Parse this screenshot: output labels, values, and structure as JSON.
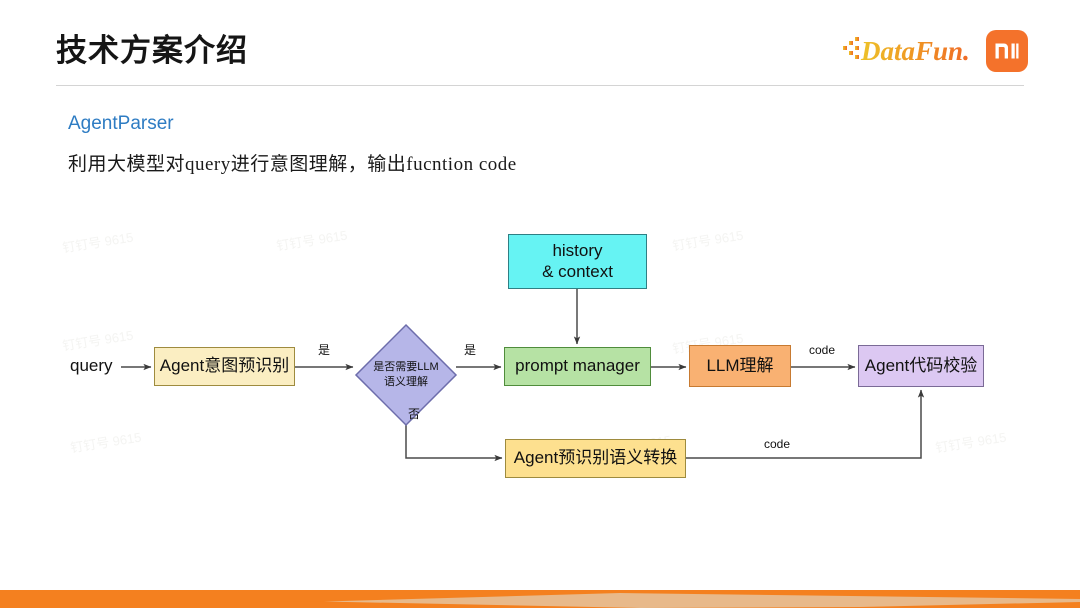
{
  "header": {
    "title": "技术方案介绍",
    "logo_text": "DataFun.",
    "mi_logo_name": "mi-logo",
    "brand_orange": "#f4722b",
    "brand_gold": "#e8a020"
  },
  "section": {
    "heading": "AgentParser",
    "heading_color": "#2e7cc3",
    "description": "利用大模型对query进行意图理解，输出fucntion code"
  },
  "diagram": {
    "nodes": [
      {
        "id": "history",
        "label": "history\n& context",
        "text_line1": "history",
        "text_line2": "& context",
        "fill": "#66f3f3",
        "stroke": "#2f7f84",
        "shape": "rect"
      },
      {
        "id": "agent_pre",
        "label": "Agent意图预识别",
        "fill": "#fbeec2",
        "stroke": "#9e8b3e",
        "shape": "rect"
      },
      {
        "id": "decision",
        "text_line1": "是否需要LLM",
        "text_line2": "语义理解",
        "fill": "#b6b6e8",
        "stroke": "#6d6dab",
        "shape": "diamond"
      },
      {
        "id": "prompt",
        "label": "prompt manager",
        "fill": "#b6e2a4",
        "stroke": "#4f8c3b",
        "shape": "rect"
      },
      {
        "id": "llm",
        "label": "LLM理解",
        "fill": "#f9b172",
        "stroke": "#c77a31",
        "shape": "rect"
      },
      {
        "id": "verify",
        "label": "Agent代码校验",
        "fill": "#dcc8f2",
        "stroke": "#7a6a96",
        "shape": "rect"
      },
      {
        "id": "semantic",
        "label": "Agent预识别语义转换",
        "fill": "#fde08f",
        "stroke": "#9e8b3e",
        "shape": "rect"
      }
    ],
    "edge_labels": {
      "input": "query",
      "yes_1": "是",
      "yes_2": "是",
      "no": "否",
      "code_1": "code",
      "code_2": "code"
    }
  },
  "watermarks": [
    "钉钉号 9615",
    "钉钉号 9615",
    "钉钉号 9615",
    "钉钉号 9615",
    "钉钉号 9615",
    "钉钉号 9615",
    "钉钉号 9615",
    "钉钉号 9615"
  ],
  "footer": {
    "band_color": "#f4801f",
    "band_accent_color": "#e8b98a"
  }
}
